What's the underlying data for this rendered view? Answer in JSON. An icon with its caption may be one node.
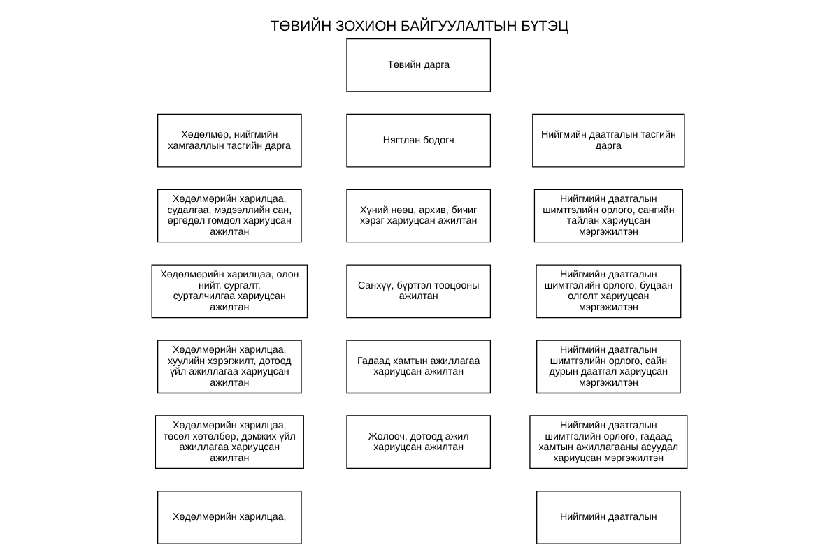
{
  "diagram": {
    "title": "ТӨВИЙН ЗОХИОН БАЙГУУЛАЛТЫН БҮТЭЦ",
    "nodes": [
      {
        "text": [
          "Төвийн дарга"
        ]
      },
      {
        "text": [
          "Хөдөлмөр, нийгмийн хамгааллын тасгийн дарга"
        ]
      },
      {
        "text": [
          "Нягтлан бодогч"
        ]
      },
      {
        "text": [
          "Нийгмийн даатгалын тасгийн дарга"
        ]
      },
      {
        "text": [
          "Хөдөлмөрийн харилцаа, судалгаа, мэдээллийн сан, өргөдөл гомдол хариуцсан ажилтан"
        ]
      },
      {
        "text": [
          "Хүний нөөц, архив, бичиг хэрэг хариуцсан ажилтан"
        ]
      },
      {
        "text": [
          "Нийгмийн даатгалын шимтгэлийн орлого, сангийн тайлан хариуцсан мэргэжилтэн"
        ]
      },
      {
        "text": [
          "Хөдөлмөрийн харилцаа, олон нийт, сургалт, сурталчилгаа хариуцсан ажилтан"
        ]
      },
      {
        "text": [
          "Санхүү, бүртгэл тооцооны ажилтан"
        ]
      },
      {
        "text": [
          "Нийгмийн даатгалын шимтгэлийн орлого, буцаан олголт хариуцсан мэргэжилтэн"
        ]
      },
      {
        "text": [
          "Хөдөлмөрийн харилцаа, хуулийн хэрэгжилт, дотоод үйл ажиллагаа хариуцсан ажилтан"
        ]
      },
      {
        "text": [
          "Гадаад хамтын ажиллагаа хариуцсан ажилтан"
        ]
      },
      {
        "text": [
          "Нийгмийн даатгалын шимтгэлийн орлого, сайн дурын даатгал хариуцсан мэргэжилтэн"
        ]
      },
      {
        "text": [
          "Хөдөлмөрийн харилцаа, төсөл хөтөлбөр, дэмжих үйл ажиллагаа хариуцсан ажилтан"
        ]
      },
      {
        "text": [
          "Жолооч, дотоод ажил хариуцсан ажилтан"
        ]
      },
      {
        "text": [
          "Нийгмийн даатгалын шимтгэлийн орлого, гадаад хамтын ажиллагааны асуудал хариуцсан мэргэжилтэн"
        ]
      },
      {
        "text": [
          "Хөдөлмөрийн харилцаа,"
        ]
      },
      {
        "text": [
          "Нийгмийн даатгалын"
        ]
      }
    ],
    "edges": []
  }
}
